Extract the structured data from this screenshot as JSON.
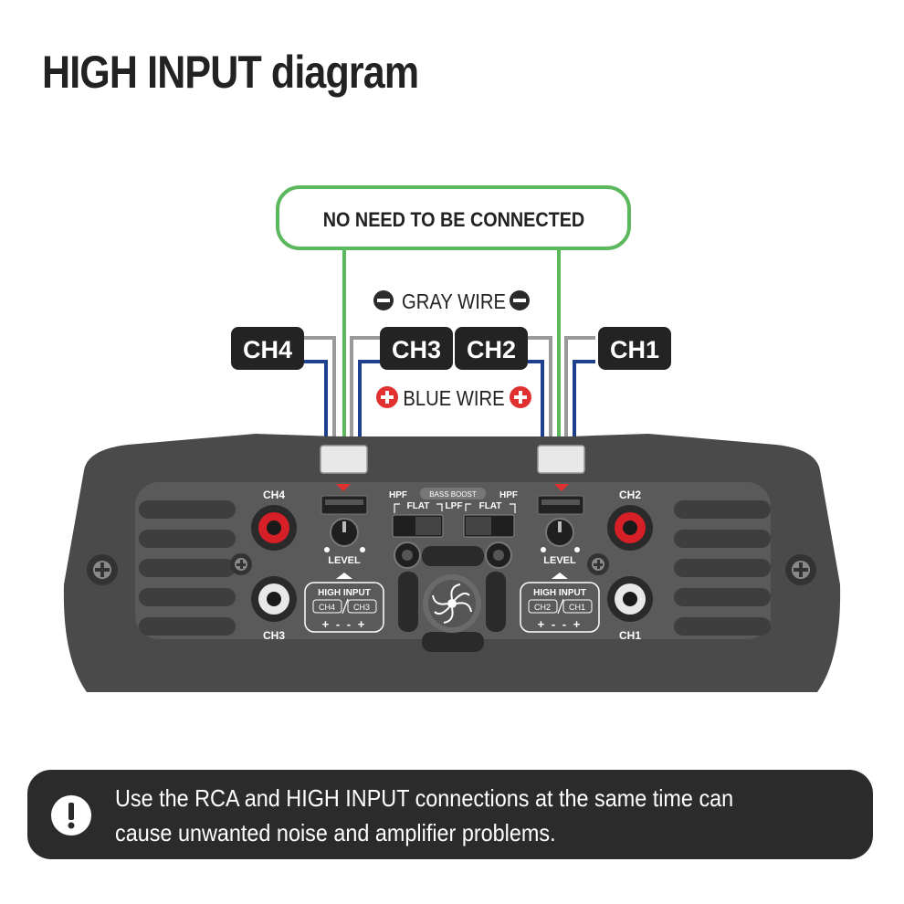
{
  "title": "HIGH INPUT diagram",
  "callout": "NO NEED TO BE CONNECTED",
  "gray_wire": "GRAY WIRE",
  "blue_wire": "BLUE WIRE",
  "channel_tags": [
    "CH4",
    "CH3",
    "CH2",
    "CH1"
  ],
  "amp": {
    "rca_labels": {
      "ch4": "CH4",
      "ch3": "CH3",
      "ch2": "CH2",
      "ch1": "CH1"
    },
    "level": "LEVEL",
    "hpf": "HPF",
    "bass_boost": "BASS BOOST",
    "flat": "FLAT",
    "lpf": "LPF",
    "high_input": "HIGH INPUT",
    "left_pair": [
      "CH4",
      "CH3"
    ],
    "right_pair": [
      "CH2",
      "CH1"
    ],
    "polarity": "+ - - +"
  },
  "warning": {
    "icon": "exclamation-icon",
    "text": "Use the RCA and HIGH INPUT connections at the same time can cause unwanted noise and amplifier problems."
  },
  "colors": {
    "green_wire": "#5cb85c",
    "gray_wire": "#9a9a9a",
    "blue_wire": "#1f3f8f",
    "amp_body": "#4a4a4a",
    "panel": "#5a5a5a",
    "tag_bg": "#232323",
    "rca_red": "#d61f26",
    "minus_red": "#2b2b2b",
    "plus_red": "#e03030"
  }
}
